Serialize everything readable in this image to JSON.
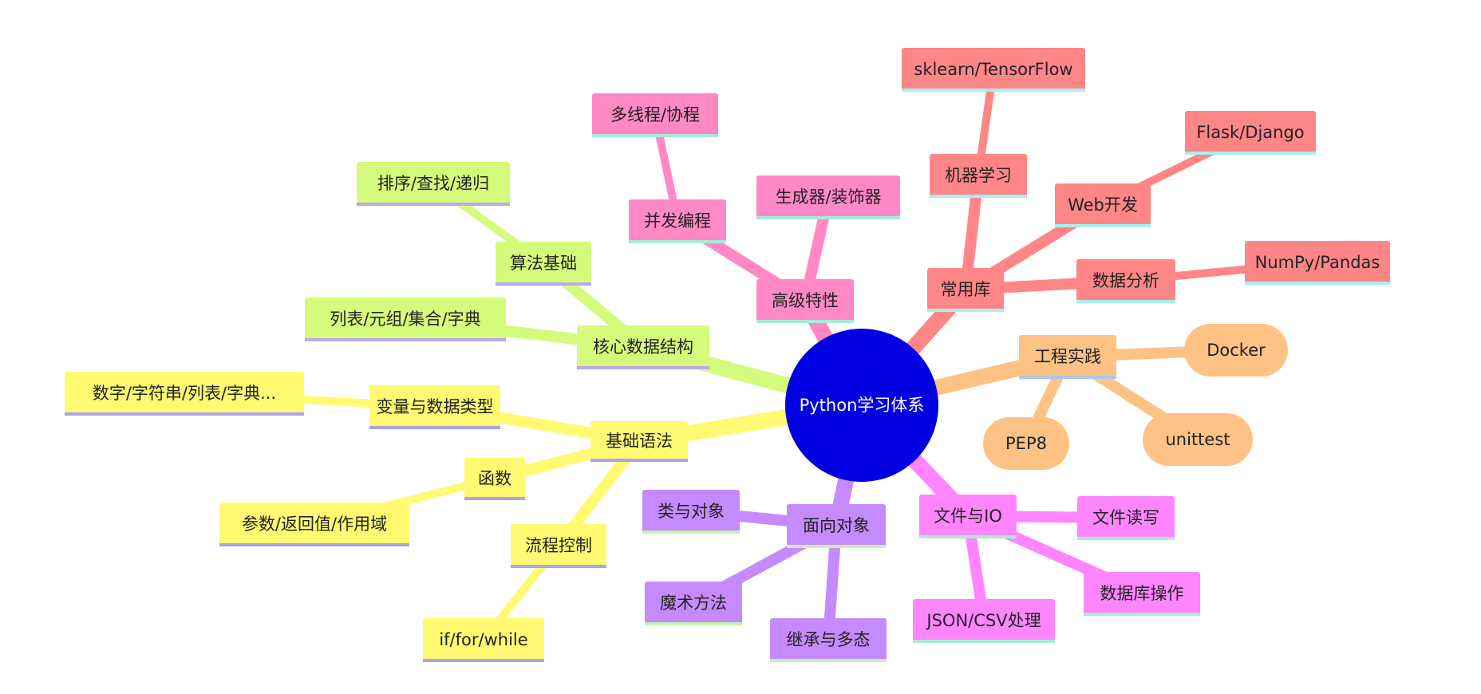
{
  "root": {
    "label": "Python学习体系",
    "color": "#0000e0"
  },
  "branches": [
    {
      "label": "基础语法",
      "color": "#fffa72",
      "underline": "#a9a4ee",
      "children": [
        {
          "label": "变量与数据类型",
          "children": [
            {
              "label": "数字/字符串/列表/字典..."
            }
          ]
        },
        {
          "label": "函数",
          "children": [
            {
              "label": "参数/返回值/作用域"
            }
          ]
        },
        {
          "label": "流程控制",
          "children": [
            {
              "label": "if/for/while"
            }
          ]
        }
      ]
    },
    {
      "label": "核心数据结构",
      "color": "#d4fb7b",
      "underline": "#bba8ee",
      "children": [
        {
          "label": "列表/元组/集合/字典",
          "children": []
        },
        {
          "label": "算法基础",
          "children": [
            {
              "label": "排序/查找/递归"
            }
          ]
        }
      ]
    },
    {
      "label": "高级特性",
      "color": "#ff88c5",
      "underline": "#a8ead8",
      "children": [
        {
          "label": "生成器/装饰器",
          "children": []
        },
        {
          "label": "并发编程",
          "children": [
            {
              "label": "多线程/协程"
            }
          ]
        }
      ]
    },
    {
      "label": "常用库",
      "color": "#ff8686",
      "underline": "#a8f0f0",
      "children": [
        {
          "label": "机器学习",
          "children": [
            {
              "label": "sklearn/TensorFlow"
            }
          ]
        },
        {
          "label": "Web开发",
          "children": [
            {
              "label": "Flask/Django"
            }
          ]
        },
        {
          "label": "数据分析",
          "children": [
            {
              "label": "NumPy/Pandas"
            }
          ]
        }
      ]
    },
    {
      "label": "工程实践",
      "color": "#ffc285",
      "underline": "#a8c8ee",
      "children": [
        {
          "label": "Docker",
          "children": []
        },
        {
          "label": "PEP8",
          "children": []
        },
        {
          "label": "unittest",
          "children": []
        }
      ]
    },
    {
      "label": "文件与IO",
      "color": "#ff85ff",
      "underline": "#a8eec8",
      "children": [
        {
          "label": "文件读写",
          "children": []
        },
        {
          "label": "数据库操作",
          "children": []
        },
        {
          "label": "JSON/CSV处理",
          "children": []
        }
      ]
    },
    {
      "label": "面向对象",
      "color": "#c68aff",
      "underline": "#c8f0b0",
      "children": [
        {
          "label": "类与对象",
          "children": []
        },
        {
          "label": "魔术方法",
          "children": []
        },
        {
          "label": "继承与多态",
          "children": []
        }
      ]
    }
  ]
}
